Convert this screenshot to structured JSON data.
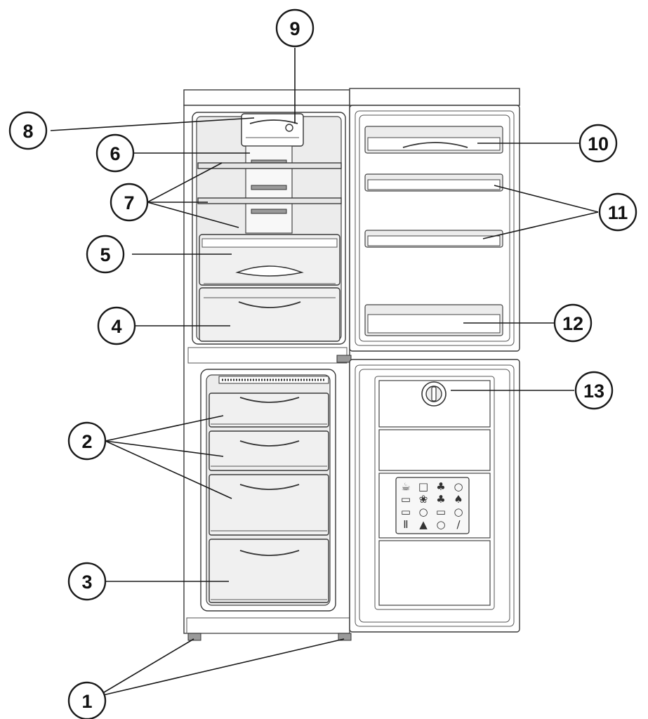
{
  "callouts": [
    {
      "id": "1",
      "label": "1"
    },
    {
      "id": "2",
      "label": "2"
    },
    {
      "id": "3",
      "label": "3"
    },
    {
      "id": "4",
      "label": "4"
    },
    {
      "id": "5",
      "label": "5"
    },
    {
      "id": "6",
      "label": "6"
    },
    {
      "id": "7",
      "label": "7"
    },
    {
      "id": "8",
      "label": "8"
    },
    {
      "id": "9",
      "label": "9"
    },
    {
      "id": "10",
      "label": "10"
    },
    {
      "id": "11",
      "label": "11"
    },
    {
      "id": "12",
      "label": "12"
    },
    {
      "id": "13",
      "label": "13"
    }
  ],
  "colors": {
    "line": "#1a1a1a",
    "fill": "#ffffff",
    "shade": "#ececec"
  }
}
